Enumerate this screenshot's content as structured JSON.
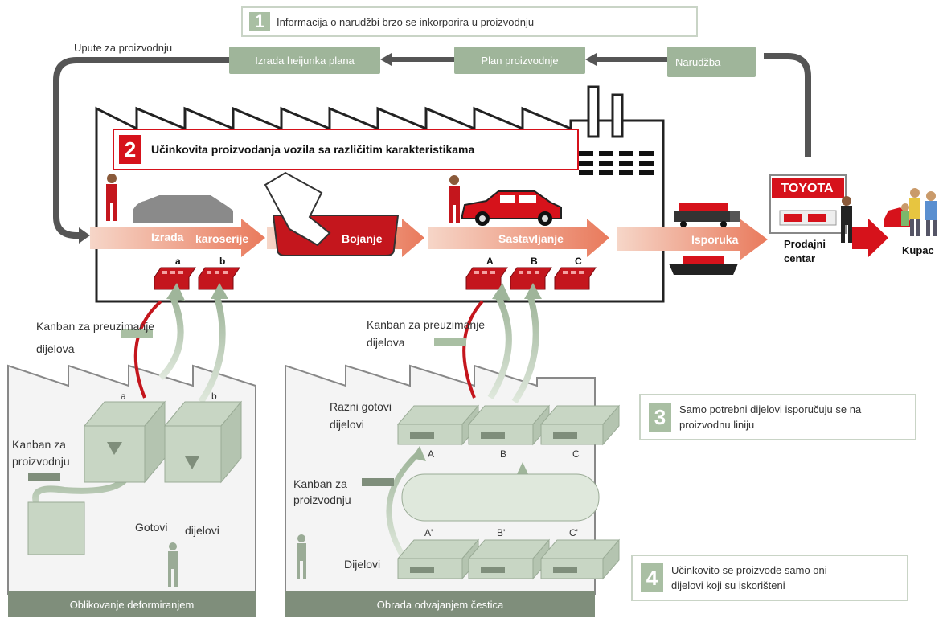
{
  "step1": {
    "num": "1",
    "text": "Informacija o narudžbi brzo se inkorporira u proizvodnju"
  },
  "step2": {
    "num": "2",
    "text": "Učinkovita proizvodanja vozila sa različitim karakteristikama"
  },
  "step3": {
    "num": "3",
    "line1": "Samo potrebni dijelovi isporučuju se na",
    "line2": "proizvodnu liniju"
  },
  "step4": {
    "num": "4",
    "line1": "Učinkovito se proizvode samo oni",
    "line2": "dijelovi koji su iskorišteni"
  },
  "plan": {
    "upute": "Upute za proizvodnju",
    "heijunka": "Izrada heijunka plana",
    "plan": "Plan proizvodnje",
    "narudzba": "Narudžba"
  },
  "process": {
    "izrada": "Izrada",
    "karoserije": "karoserije",
    "bojanje": "Bojanje",
    "sastavljanje": "Sastavljanje",
    "isporuka": "Isporuka",
    "prodajni": "Prodajni",
    "centar": "centar",
    "kupac": "Kupac",
    "toyota": "TOYOTA"
  },
  "bins_top": {
    "a": "a",
    "b": "b",
    "A": "A",
    "B": "B",
    "C": "C"
  },
  "left_factory": {
    "kanban_preuz_1": "Kanban za preuzimanje",
    "kanban_preuz_2": "dijelova",
    "kanban_proiz_1": "Kanban  za",
    "kanban_proiz_2": "proizvodnju",
    "box_a": "a",
    "box_b": "b",
    "gotovi": "Gotovi",
    "dijelovi": "dijelovi",
    "footer": "Oblikovanje deformiranjem"
  },
  "right_factory": {
    "kanban_preuz_1": "Kanban za preuzimanje",
    "kanban_preuz_2": "dijelova",
    "razni_1": "Razni gotovi",
    "razni_2": "dijelovi",
    "kanban_proiz_1": "Kanban za",
    "kanban_proiz_2": "proizvodnju",
    "A": "A",
    "B": "B",
    "C": "C",
    "A2": "A'",
    "B2": "B'",
    "C2": "C'",
    "dijelovi": "Dijelovi",
    "footer": "Obrada odvajanjem čestica"
  },
  "colors": {
    "red": "#d6121b",
    "green": "#a9bfa3",
    "darkgreen": "#7f8e7b"
  }
}
